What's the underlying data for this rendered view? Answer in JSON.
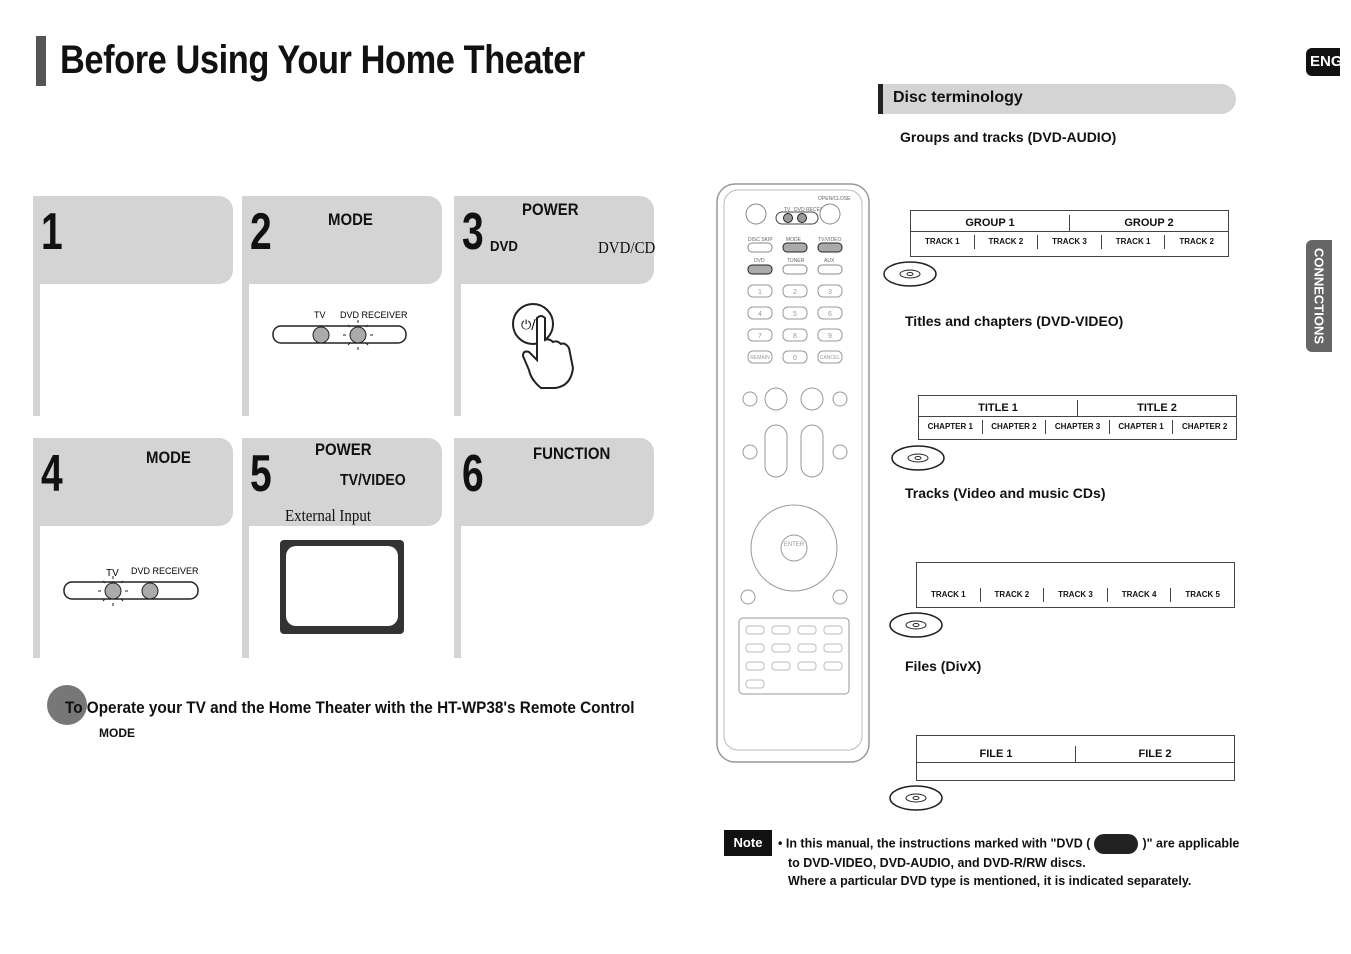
{
  "page": {
    "title": "Before Using Your Home Theater",
    "lang_tab": "ENG",
    "section_tab": "CONNECTIONS"
  },
  "steps": [
    {
      "num": "1"
    },
    {
      "num": "2",
      "label": "MODE",
      "switch_labels": [
        "TV",
        "DVD RECEIVER"
      ]
    },
    {
      "num": "3",
      "label": "POWER",
      "sub_left": "DVD",
      "sub_right": "DVD/CD"
    },
    {
      "num": "4",
      "label": "MODE",
      "switch_labels": [
        "TV",
        "DVD RECEIVER"
      ]
    },
    {
      "num": "5",
      "label": "POWER",
      "sub": "TV/VIDEO",
      "caption": "External Input"
    },
    {
      "num": "6",
      "label": "FUNCTION"
    }
  ],
  "subsection": {
    "title": "To Operate your TV and the Home Theater with the HT-WP38's Remote Control",
    "mode": "MODE"
  },
  "disc_terminology": {
    "heading": "Disc terminology",
    "groups": {
      "label": "Groups and tracks (DVD-AUDIO)",
      "top": [
        "GROUP 1",
        "GROUP 2"
      ],
      "bottom": [
        "TRACK 1",
        "TRACK 2",
        "TRACK 3",
        "TRACK 1",
        "TRACK 2"
      ]
    },
    "titles": {
      "label": "Titles and chapters (DVD-VIDEO)",
      "top": [
        "TITLE 1",
        "TITLE 2"
      ],
      "bottom": [
        "CHAPTER 1",
        "CHAPTER 2",
        "CHAPTER 3",
        "CHAPTER 1",
        "CHAPTER 2"
      ]
    },
    "tracks": {
      "label": "Tracks (Video and music CDs)",
      "bottom": [
        "TRACK 1",
        "TRACK 2",
        "TRACK 3",
        "TRACK 4",
        "TRACK 5"
      ]
    },
    "files": {
      "label": "Files (DivX)",
      "top": [
        "FILE 1",
        "FILE 2"
      ]
    }
  },
  "note": {
    "badge": "Note",
    "line1a": "• In this manual, the instructions marked with \"DVD (",
    "line1b": ")\" are applicable",
    "line2": "to DVD-VIDEO, DVD-AUDIO, and DVD-R/RW discs.",
    "line3": "Where a particular DVD type is mentioned, it is indicated separately."
  },
  "remote": {
    "top_labels": [
      "TV",
      "DVD RECEIVER",
      "OPEN/CLOSE"
    ],
    "row_labels": [
      "DISC SKIP",
      "MODE",
      "TV/VIDEO",
      "DVD",
      "TUNER",
      "AUX"
    ],
    "digits": [
      "1",
      "2",
      "3",
      "4",
      "5",
      "6",
      "7",
      "8",
      "9",
      "REMAIN",
      "0",
      "CANCEL"
    ],
    "enter": "ENTER"
  }
}
